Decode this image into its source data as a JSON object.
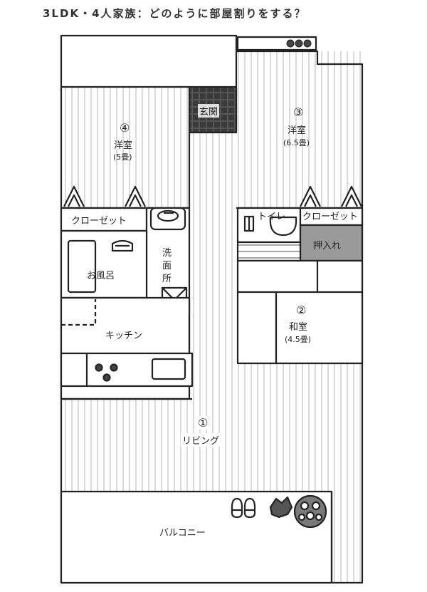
{
  "title": "3LDK・4人家族：どのように部屋割りをする？",
  "rooms": {
    "genkan": "玄関",
    "room3": {
      "number": "③",
      "name": "洋室",
      "size": "(6.5畳)"
    },
    "room4": {
      "number": "④",
      "name": "洋室",
      "size": "(5畳)"
    },
    "closet_left": "クローゼット",
    "closet_right": "クローゼット",
    "toilet": "トイレ",
    "oshiire": "押入れ",
    "bath": "お風呂",
    "washroom": [
      "洗",
      "面",
      "所"
    ],
    "room2": {
      "number": "②",
      "name": "和室",
      "size": "(4.5畳)"
    },
    "kitchen": "キッチン",
    "living": {
      "number": "①",
      "name": "リビング"
    },
    "balcony": "バルコニー"
  },
  "colors": {
    "line": "#222222",
    "stripe": "#b5b5b5",
    "dark_fill": "#555555",
    "gray_fill": "#9a9a9a"
  }
}
